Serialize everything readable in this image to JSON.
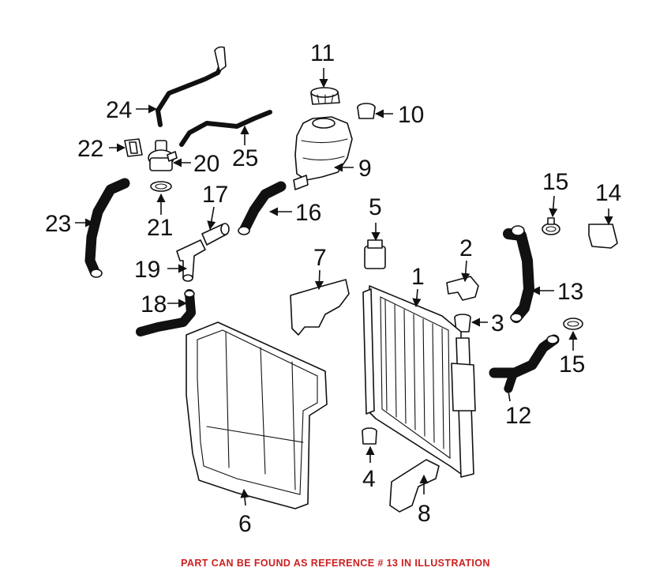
{
  "callouts": [
    "1",
    "2",
    "3",
    "4",
    "5",
    "6",
    "7",
    "8",
    "9",
    "10",
    "11",
    "12",
    "13",
    "14",
    "15",
    "15",
    "16",
    "17",
    "18",
    "19",
    "20",
    "21",
    "22",
    "23",
    "24",
    "25"
  ],
  "footer": {
    "text": "PART CAN BE FOUND AS REFERENCE # 13 IN ILLUSTRATION",
    "color": "#cc1f1f"
  }
}
